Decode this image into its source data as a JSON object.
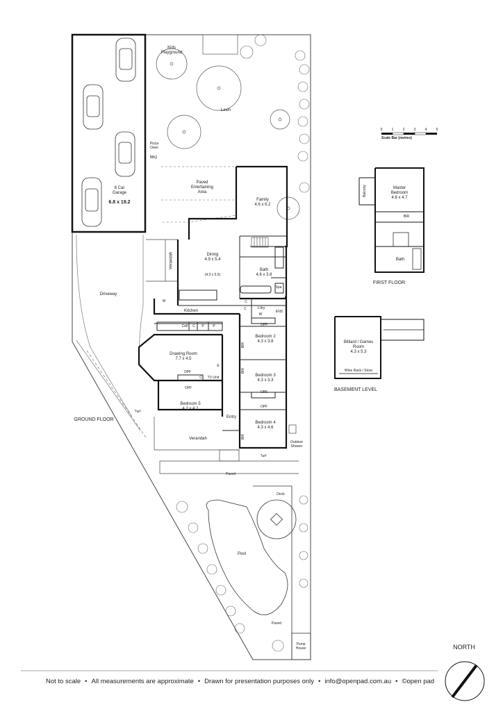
{
  "plan": {
    "ground": {
      "garage": {
        "name": "6 Car\nGarage",
        "dims": "6.8 x 19.2"
      },
      "kids_playground": "Kids\nPlayground",
      "lawn": "Lawn",
      "pizza_oven": "Pizza\nOven",
      "bbq": "BBQ",
      "paved_entertaining": "Paved\nEntertaining\nArea",
      "family": {
        "name": "Family",
        "dims": "4.6 x 6.2"
      },
      "dining": {
        "name": "Dining",
        "dims": "4.9 x 5.4",
        "sub": "(4.0 x 5.5)"
      },
      "verandah_side": "Verandah",
      "bath": {
        "name": "Bath",
        "dims": "4.6 x 3.8"
      },
      "spa": "Spa",
      "driveway": "Driveway",
      "kitchen": "Kitchen",
      "w_kitchen": "W",
      "c": "C",
      "p": "P",
      "lndry": "L'dry",
      "w_laundry": "W",
      "ens": "ENS",
      "opf": "OPF",
      "cell": "Cell",
      "drawing_room": {
        "name": "Drawing Room",
        "dims": "7.7 x 4.5"
      },
      "bedroom2": {
        "name": "Bedroom 2",
        "dims": "4.3 x 3.8"
      },
      "bedroom3": {
        "name": "Bedroom 3",
        "dims": "4.3 x 3.3"
      },
      "bedroom4": {
        "name": "Bedroom 4",
        "dims": "4.3 x 4.6"
      },
      "bedroom5": {
        "name": "Bedroom 5",
        "dims": "4.2 x 4.2"
      },
      "bir": "BIR",
      "e": "E",
      "tv_unit": "TV Unit",
      "entry": "Entry",
      "verandah_front": "Verandah",
      "turf": "Turf",
      "outdoor_shower": "Outdoor\nShower",
      "paved": "Paved",
      "deck": "Deck",
      "pool": "Pool",
      "pump_house": "Pump\nHouse",
      "level_label": "GROUND FLOOR"
    },
    "first": {
      "master": {
        "name": "Master\nBedroom",
        "dims": "4.6 x 4.7"
      },
      "balcony": "Balcony",
      "bir": "BIR",
      "bath": "Bath",
      "level_label": "FIRST FLOOR"
    },
    "basement": {
      "billiard": {
        "name": "Billiard / Games\nRoom",
        "dims": "4.3 x 5.3"
      },
      "wine": "Wine Rack / Store",
      "level_label": "BASEMENT LEVEL"
    },
    "scale_bar": {
      "ticks": [
        "0",
        "1",
        "2",
        "3",
        "4",
        "5"
      ],
      "caption": "Scale Bar (metres)"
    },
    "north": "NORTH"
  },
  "footer": {
    "items": [
      "Not to scale",
      "All measurements are approximate",
      "Drawn for presentation purposes only",
      "info@openpad.com.au"
    ],
    "separator": "•",
    "brand": "©open pad"
  }
}
